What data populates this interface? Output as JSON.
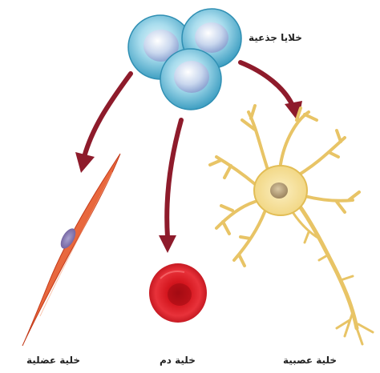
{
  "labels": {
    "stem_cells": "خلايا جذعية",
    "muscle_cell": "خلية عضلية",
    "blood_cell": "خلية دم",
    "nerve_cell": "خلية عصبية"
  },
  "colors": {
    "arrow": "#8e1b2b",
    "stem_cell": "#7cc3d9",
    "muscle_cell": "#e8532e",
    "blood_cell": "#d8131c",
    "nerve_cell": "#f2d77e"
  }
}
